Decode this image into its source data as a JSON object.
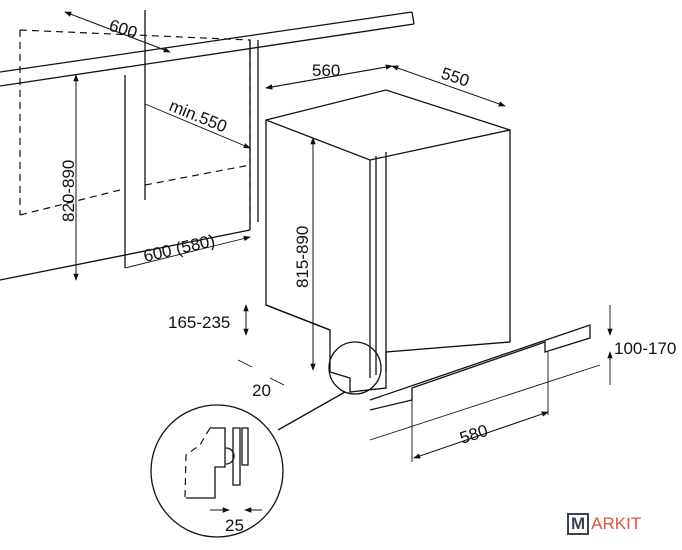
{
  "dimensions": {
    "niche_depth_top": "600",
    "niche_height": "820-890",
    "niche_min_depth": "min.550",
    "niche_width": "600 (580)",
    "appliance_width": "560",
    "appliance_depth": "550",
    "appliance_height": "815-890",
    "plinth_height": "165-235",
    "plinth_recess": "20",
    "kick_height": "100-170",
    "kick_width": "580",
    "detail_gap": "25"
  },
  "logo": {
    "boxed": "M",
    "rest": "ARKIT"
  }
}
